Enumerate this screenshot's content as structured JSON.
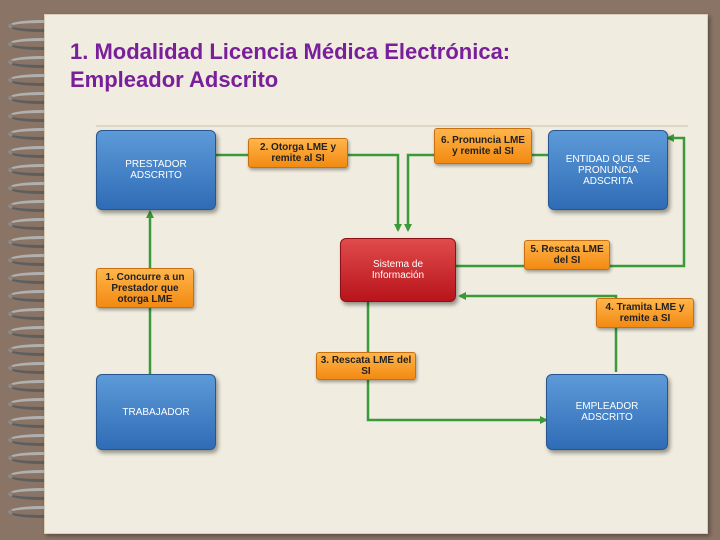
{
  "title": {
    "line1": "1. Modalidad Licencia Médica Electrónica:",
    "line2": "Empleador Adscrito"
  },
  "boxes": {
    "prestador": "PRESTADOR ADSCRITO",
    "entidad": "ENTIDAD QUE SE PRONUNCIA ADSCRITA",
    "sistema": "Sistema de Información",
    "trabajador": "TRABAJADOR",
    "empleador": "EMPLEADOR ADSCRITO"
  },
  "steps": {
    "s1": "1. Concurre a un Prestador que otorga LME",
    "s2": "2. Otorga LME y remite al SI",
    "s3": "3. Rescata LME del SI",
    "s4": "4. Tramita LME y remite a SI",
    "s5": "5. Rescata LME del SI",
    "s6": "6. Pronuncia LME y remite al SI"
  },
  "colors": {
    "title": "#7a1f9a",
    "connector": "#3a9a3a",
    "entity_box": "#3a78c4",
    "system_box": "#c8202a",
    "step_label": "#f59a23"
  }
}
